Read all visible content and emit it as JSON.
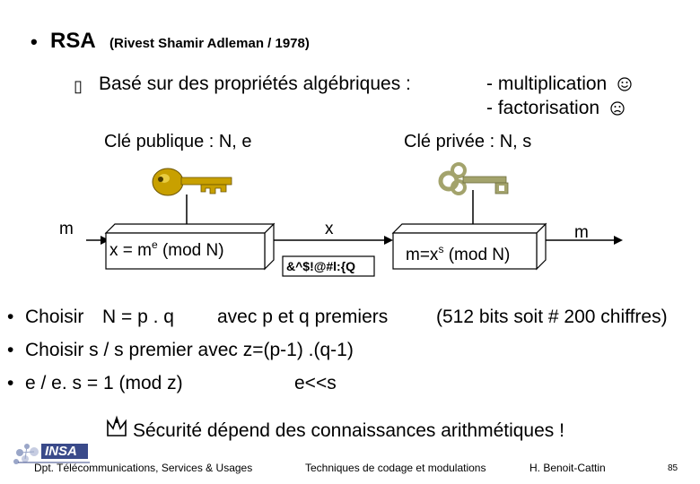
{
  "title": {
    "bullet": "•",
    "main": "RSA",
    "subtitle": "(Rivest Shamir Adleman / 1978)"
  },
  "intro": {
    "bullet": "▯",
    "text": "Basé sur des  propriétés algébriques :",
    "items": [
      "- multiplication",
      "- factorisation"
    ],
    "item_icons": [
      "smiley-happy-icon",
      "smiley-sad-icon"
    ]
  },
  "keys": {
    "public_label": "Clé publique : N, e",
    "private_label": "Clé privée : N, s",
    "public_key_color": "#c8a000",
    "private_key_color": "#a3a36c"
  },
  "diagram": {
    "m_in": "m",
    "encrypt_formula": "x = m",
    "encrypt_exp": "e",
    "encrypt_mod": " (mod N)",
    "x_label": "x",
    "ciphertext": "&^$!@#l:{Q",
    "decrypt_formula": "m=x",
    "decrypt_exp": "s",
    "decrypt_mod": " (mod N)",
    "m_out": "m"
  },
  "bullets": [
    {
      "bullet": "•",
      "a": "Choisir",
      "b": "N = p . q",
      "c": "avec p et q premiers",
      "d": "(512 bits soit # 200 chiffres)"
    },
    {
      "bullet": "•",
      "a": "Choisir s / s premier avec z=(p-1) .(q-1)"
    },
    {
      "bullet": "•",
      "a": "e  / e. s = 1 (mod z)",
      "b": "e<<s"
    }
  ],
  "conclusion": {
    "icon": "stamp-icon",
    "text": "Sécurité dépend des connaissances arithmétiques !"
  },
  "footer": {
    "logo_text": "INSA",
    "department": "Dpt. Télécommunications, Services & Usages",
    "course": "Techniques de codage et modulations",
    "author": "H. Benoit-Cattin",
    "page": "85"
  }
}
